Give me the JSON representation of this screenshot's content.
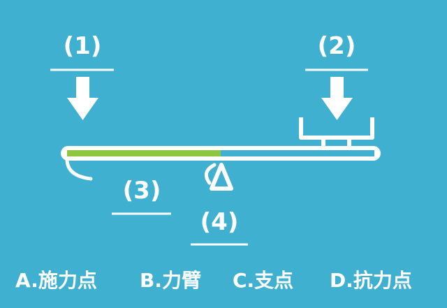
{
  "labels": {
    "n1": "(1)",
    "n2": "(2)",
    "n3": "(3)",
    "n4": "(4)"
  },
  "options": [
    "A.施力点",
    "B.力臂",
    "C.支点",
    "D.抗力点"
  ],
  "colors": {
    "background": "#3fb0d0",
    "lines": "#ffffff",
    "lever_arm_highlight": "#8dc63f"
  }
}
